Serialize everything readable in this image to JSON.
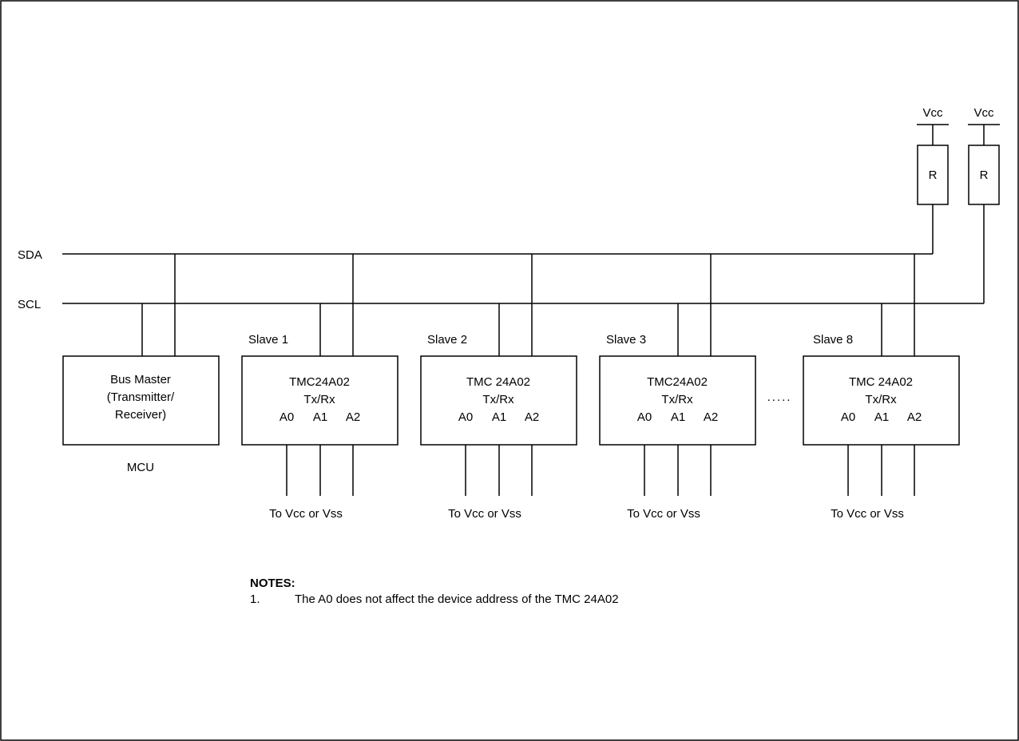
{
  "buses": {
    "sda": "SDA",
    "scl": "SCL"
  },
  "supplies": {
    "vcc_left": "Vcc",
    "vcc_right": "Vcc"
  },
  "resistors": {
    "left": "R",
    "right": "R"
  },
  "master": {
    "lines": [
      "Bus Master",
      "(Transmitter/",
      "Receiver)"
    ],
    "caption": "MCU"
  },
  "slaves": [
    {
      "label": "Slave 1",
      "chip": "TMC24A02",
      "mode": "Tx/Rx",
      "pins": [
        "A0",
        "A1",
        "A2"
      ],
      "footer": "To Vcc or Vss"
    },
    {
      "label": "Slave 2",
      "chip": "TMC 24A02",
      "mode": "Tx/Rx",
      "pins": [
        "A0",
        "A1",
        "A2"
      ],
      "footer": "To Vcc or Vss"
    },
    {
      "label": "Slave 3",
      "chip": "TMC24A02",
      "mode": "Tx/Rx",
      "pins": [
        "A0",
        "A1",
        "A2"
      ],
      "footer": "To Vcc or Vss"
    },
    {
      "label": "Slave 8",
      "chip": "TMC 24A02",
      "mode": "Tx/Rx",
      "pins": [
        "A0",
        "A1",
        "A2"
      ],
      "footer": "To Vcc or Vss"
    }
  ],
  "ellipsis": ".....",
  "notes": {
    "heading": "NOTES:",
    "items": [
      {
        "num": "1.",
        "text": "The A0 does not affect the device address of the TMC 24A02"
      }
    ]
  }
}
